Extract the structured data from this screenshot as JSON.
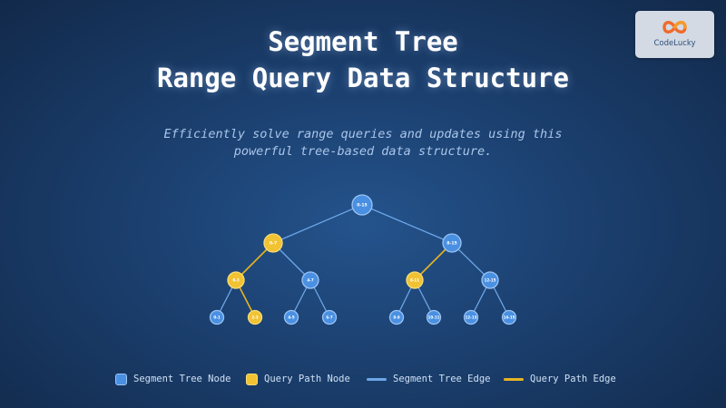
{
  "header": {
    "title_line1": "Segment Tree",
    "title_line2": "Range Query Data Structure",
    "subtitle_line1": "Efficiently solve range queries and updates using this",
    "subtitle_line2": "powerful tree-based data structure."
  },
  "logo": {
    "text": "CodeLucky",
    "icon": "infinity-logo-icon"
  },
  "colors": {
    "node": "#4a90e2",
    "node_border": "#9cc4f2",
    "query_node": "#f1c232",
    "query_border": "#f7dc78",
    "edge": "#6ea6e6",
    "query_edge": "#e6b422"
  },
  "tree": {
    "nodes": [
      {
        "id": "0-15",
        "label": "0-15",
        "query": false
      },
      {
        "id": "0-7",
        "label": "0-7",
        "query": true
      },
      {
        "id": "8-15",
        "label": "8-15",
        "query": false
      },
      {
        "id": "0-3",
        "label": "0-3",
        "query": true
      },
      {
        "id": "4-7",
        "label": "4-7",
        "query": false
      },
      {
        "id": "8-11",
        "label": "8-11",
        "query": true
      },
      {
        "id": "12-15",
        "label": "12-15",
        "query": false
      },
      {
        "id": "0-1",
        "label": "0-1",
        "query": false
      },
      {
        "id": "2-3",
        "label": "2-3",
        "query": true
      },
      {
        "id": "4-5",
        "label": "4-5",
        "query": false
      },
      {
        "id": "6-7",
        "label": "6-7",
        "query": false
      },
      {
        "id": "8-9",
        "label": "8-9",
        "query": false
      },
      {
        "id": "10-11",
        "label": "10-11",
        "query": false
      },
      {
        "id": "12-13",
        "label": "12-13",
        "query": false
      },
      {
        "id": "14-15",
        "label": "14-15",
        "query": false
      }
    ],
    "edges": [
      {
        "from": "0-15",
        "to": "0-7",
        "query": false
      },
      {
        "from": "0-15",
        "to": "8-15",
        "query": false
      },
      {
        "from": "0-7",
        "to": "0-3",
        "query": true
      },
      {
        "from": "0-7",
        "to": "4-7",
        "query": false
      },
      {
        "from": "8-15",
        "to": "8-11",
        "query": true
      },
      {
        "from": "8-15",
        "to": "12-15",
        "query": false
      },
      {
        "from": "0-3",
        "to": "0-1",
        "query": false
      },
      {
        "from": "0-3",
        "to": "2-3",
        "query": true
      },
      {
        "from": "4-7",
        "to": "4-5",
        "query": false
      },
      {
        "from": "4-7",
        "to": "6-7",
        "query": false
      },
      {
        "from": "8-11",
        "to": "8-9",
        "query": false
      },
      {
        "from": "8-11",
        "to": "10-11",
        "query": false
      },
      {
        "from": "12-15",
        "to": "12-13",
        "query": false
      },
      {
        "from": "12-15",
        "to": "14-15",
        "query": false
      }
    ]
  },
  "legend": {
    "items": [
      {
        "label": "Segment Tree Node",
        "kind": "node"
      },
      {
        "label": "Query Path Node",
        "kind": "query-node"
      },
      {
        "label": "Segment Tree Edge",
        "kind": "edge"
      },
      {
        "label": "Query Path Edge",
        "kind": "query-edge"
      }
    ]
  }
}
